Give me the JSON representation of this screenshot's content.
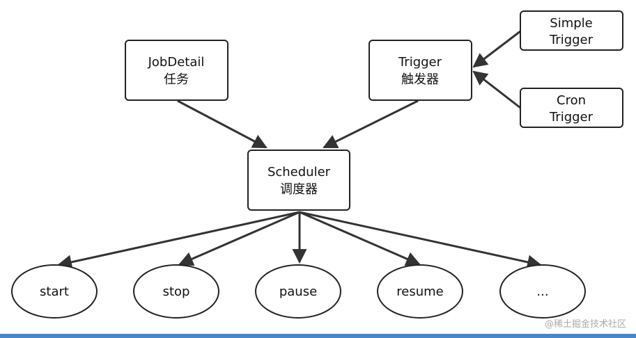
{
  "diagram": {
    "nodes": {
      "jobdetail": {
        "line1": "JobDetail",
        "line2": "任务"
      },
      "trigger": {
        "line1": "Trigger",
        "line2": "触发器"
      },
      "simple_trigger": {
        "line1": "Simple",
        "line2": "Trigger"
      },
      "cron_trigger": {
        "line1": "Cron",
        "line2": "Trigger"
      },
      "scheduler": {
        "line1": "Scheduler",
        "line2": "调度器"
      },
      "start": {
        "label": "start"
      },
      "stop": {
        "label": "stop"
      },
      "pause": {
        "label": "pause"
      },
      "resume": {
        "label": "resume"
      },
      "more": {
        "label": "..."
      }
    }
  },
  "watermark": {
    "site": "@稀土掘金技术社区"
  },
  "colors": {
    "stroke": "#222222",
    "edge": "#333333",
    "bottom_bar": "#4a86c8"
  }
}
